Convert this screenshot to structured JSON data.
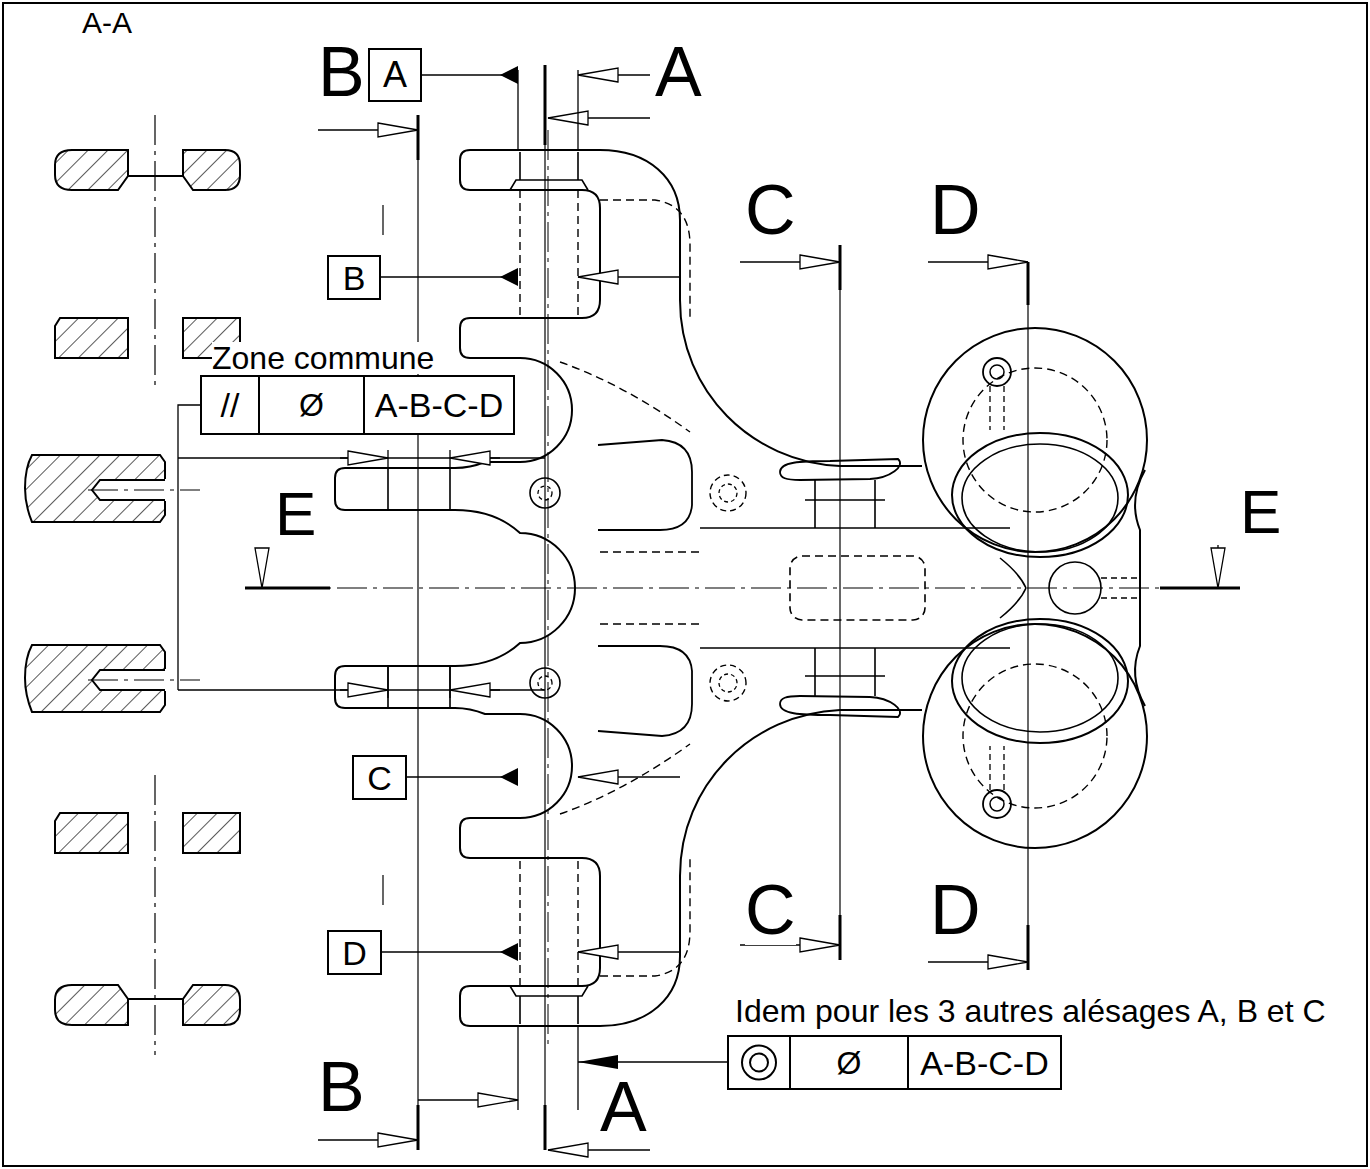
{
  "diagram": {
    "nodes": [
      {
        "text": [
          "A"
        ]
      },
      {
        "text": [
          "B"
        ]
      },
      {
        "text": [
          "Zone commune",
          "//",
          "Ø",
          "A-B-C-D"
        ]
      },
      {
        "text": [
          "C"
        ]
      },
      {
        "text": [
          "D"
        ]
      },
      {
        "text": [
          "Ø",
          "A-B-C-D"
        ]
      }
    ],
    "labels": [
      "A-A",
      "B",
      "A",
      "C",
      "D",
      "E",
      "E",
      "C",
      "D",
      "Idem pour les 3 autres alésages A, B et C",
      "B",
      "A"
    ]
  }
}
